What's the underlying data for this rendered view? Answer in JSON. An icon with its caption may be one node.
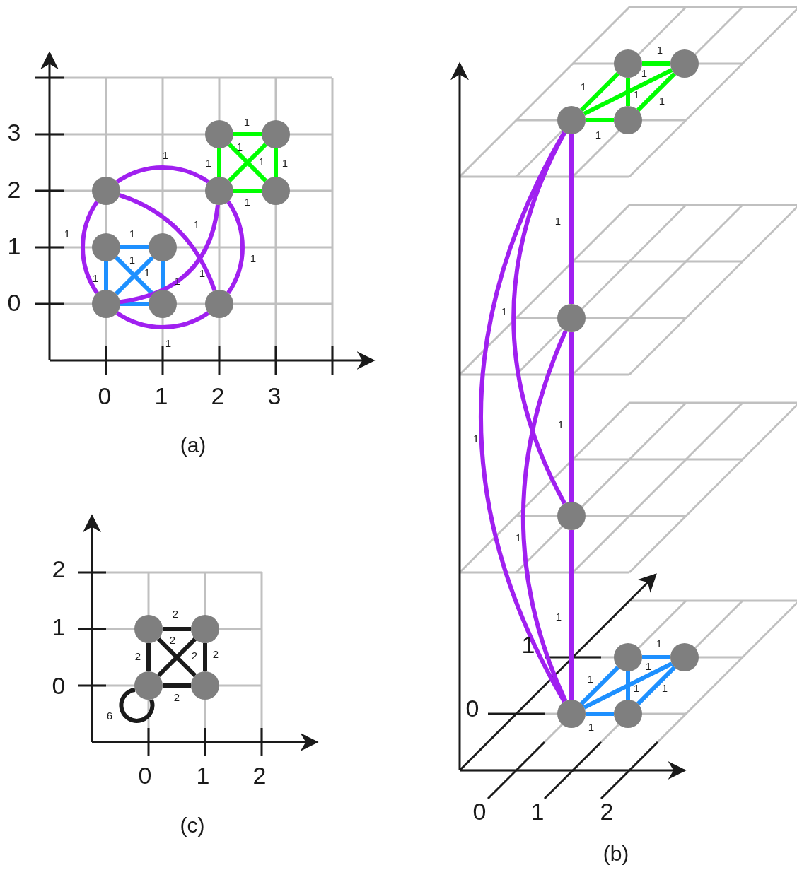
{
  "diagram": {
    "nodes": [
      {
        "text": [],
        "shape": "circle"
      },
      {
        "text": [],
        "shape": "circle"
      },
      {
        "text": [],
        "shape": "circle"
      },
      {
        "text": [],
        "shape": "circle"
      },
      {
        "text": [],
        "shape": "circle"
      },
      {
        "text": [],
        "shape": "circle"
      },
      {
        "text": [],
        "shape": "circle"
      },
      {
        "text": [],
        "shape": "circle"
      },
      {
        "text": [],
        "shape": "circle"
      },
      {
        "text": [],
        "shape": "circle"
      },
      {
        "text": [],
        "shape": "circle"
      },
      {
        "text": [],
        "shape": "circle"
      },
      {
        "text": [],
        "shape": "circle"
      },
      {
        "text": [],
        "shape": "circle"
      },
      {
        "text": [],
        "shape": "circle"
      },
      {
        "text": [],
        "shape": "circle"
      },
      {
        "text": [],
        "shape": "circle"
      },
      {
        "text": [],
        "shape": "circle"
      },
      {
        "text": [],
        "shape": "circle"
      },
      {
        "text": [],
        "shape": "circle"
      },
      {
        "text": [],
        "shape": "circle"
      },
      {
        "text": [],
        "shape": "circle"
      },
      {
        "text": [],
        "shape": "circle"
      },
      {
        "text": [],
        "shape": "circle"
      }
    ],
    "edges": [
      {
        "from": 5,
        "to": 6,
        "arrow": "none",
        "label": "1",
        "color": "#1e90ff"
      },
      {
        "from": 5,
        "to": 7,
        "arrow": "none",
        "label": "1",
        "color": "#1e90ff"
      },
      {
        "from": 5,
        "to": 8,
        "arrow": "none",
        "label": "1",
        "color": "#1e90ff"
      },
      {
        "from": 6,
        "to": 7,
        "arrow": "none",
        "label": "1",
        "color": "#1e90ff"
      },
      {
        "from": 6,
        "to": 8,
        "arrow": "none",
        "label": "1",
        "color": "#1e90ff"
      },
      {
        "from": 7,
        "to": 8,
        "arrow": "none",
        "color": "#1e90ff"
      },
      {
        "from": 0,
        "to": 1,
        "arrow": "none",
        "label": "1",
        "color": "#00ff00"
      },
      {
        "from": 0,
        "to": 3,
        "arrow": "none",
        "label": "1",
        "color": "#00ff00"
      },
      {
        "from": 0,
        "to": 4,
        "arrow": "none",
        "label": "1",
        "color": "#00ff00"
      },
      {
        "from": 1,
        "to": 3,
        "arrow": "none",
        "label": "1",
        "color": "#00ff00"
      },
      {
        "from": 1,
        "to": 4,
        "arrow": "none",
        "label": "1",
        "color": "#00ff00"
      },
      {
        "from": 3,
        "to": 4,
        "arrow": "none",
        "label": "1",
        "color": "#00ff00"
      },
      {
        "from": 2,
        "to": 3,
        "arrow": "none",
        "label": "1",
        "color": "#a020f0"
      },
      {
        "from": 2,
        "to": 7,
        "arrow": "none",
        "label": "1",
        "color": "#a020f0"
      },
      {
        "from": 2,
        "to": 9,
        "arrow": "none",
        "label": "1",
        "color": "#a020f0"
      },
      {
        "from": 3,
        "to": 7,
        "arrow": "none",
        "label": "1",
        "color": "#a020f0"
      },
      {
        "from": 3,
        "to": 9,
        "arrow": "none",
        "label": "1",
        "color": "#a020f0"
      },
      {
        "from": 7,
        "to": 9,
        "arrow": "none",
        "label": "1",
        "color": "#a020f0"
      },
      {
        "from": 10,
        "to": 11,
        "arrow": "none",
        "label": "1",
        "color": "#00ff00"
      },
      {
        "from": 10,
        "to": 12,
        "arrow": "none",
        "label": "1",
        "color": "#00ff00"
      },
      {
        "from": 10,
        "to": 13,
        "arrow": "none",
        "label": "1",
        "color": "#00ff00"
      },
      {
        "from": 11,
        "to": 12,
        "arrow": "none",
        "label": "1",
        "color": "#00ff00"
      },
      {
        "from": 11,
        "to": 13,
        "arrow": "none",
        "label": "1",
        "color": "#00ff00"
      },
      {
        "from": 12,
        "to": 13,
        "arrow": "none",
        "label": "1",
        "color": "#00ff00"
      },
      {
        "from": 12,
        "to": 14,
        "arrow": "none",
        "label": "1",
        "color": "#a020f0"
      },
      {
        "from": 14,
        "to": 15,
        "arrow": "none",
        "label": "1",
        "color": "#a020f0"
      },
      {
        "from": 15,
        "to": 18,
        "arrow": "none",
        "label": "1",
        "color": "#a020f0"
      },
      {
        "from": 12,
        "to": 18,
        "arrow": "none",
        "label": "1",
        "color": "#a020f0"
      },
      {
        "from": 12,
        "to": 15,
        "arrow": "none",
        "label": "1",
        "color": "#a020f0"
      },
      {
        "from": 14,
        "to": 18,
        "arrow": "none",
        "label": "1",
        "color": "#a020f0"
      },
      {
        "from": 16,
        "to": 17,
        "arrow": "none",
        "label": "1",
        "color": "#1e90ff"
      },
      {
        "from": 16,
        "to": 18,
        "arrow": "none",
        "label": "1",
        "color": "#1e90ff"
      },
      {
        "from": 16,
        "to": 19,
        "arrow": "none",
        "label": "1",
        "color": "#1e90ff"
      },
      {
        "from": 17,
        "to": 18,
        "arrow": "none",
        "label": "1",
        "color": "#1e90ff"
      },
      {
        "from": 17,
        "to": 19,
        "arrow": "none",
        "label": "1",
        "color": "#1e90ff"
      },
      {
        "from": 18,
        "to": 19,
        "arrow": "none",
        "label": "1",
        "color": "#1e90ff"
      },
      {
        "from": 20,
        "to": 21,
        "arrow": "none",
        "label": "2",
        "color": "#1a1a1a"
      },
      {
        "from": 20,
        "to": 22,
        "arrow": "none",
        "label": "2",
        "color": "#1a1a1a"
      },
      {
        "from": 20,
        "to": 23,
        "arrow": "none",
        "label": "2",
        "color": "#1a1a1a"
      },
      {
        "from": 21,
        "to": 22,
        "arrow": "none",
        "label": "2",
        "color": "#1a1a1a"
      },
      {
        "from": 21,
        "to": 23,
        "arrow": "none",
        "label": "2",
        "color": "#1a1a1a"
      },
      {
        "from": 22,
        "to": 23,
        "arrow": "none",
        "label": "2",
        "color": "#1a1a1a"
      },
      {
        "from": 22,
        "to": 22,
        "arrow": "none",
        "label": "6",
        "color": "#1a1a1a"
      }
    ],
    "labels": [
      "3",
      "2",
      "1",
      "0",
      "0",
      "1",
      "2",
      "3",
      "(a)",
      "1",
      "0",
      "0",
      "1",
      "2",
      "(b)",
      "2",
      "1",
      "0",
      "0",
      "1",
      "2",
      "(c)"
    ]
  }
}
